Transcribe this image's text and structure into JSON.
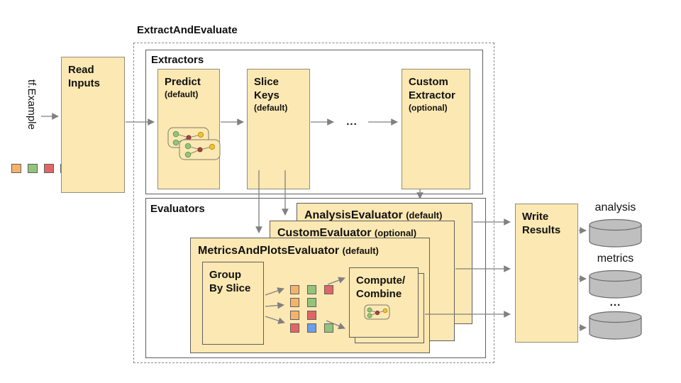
{
  "diagram_title": "ExtractAndEvaluate",
  "input": {
    "label": "tf.Example",
    "squares": [
      "#F6B26B",
      "#93C47D",
      "#E06666",
      "#6D9EEB"
    ]
  },
  "read_inputs": {
    "line1": "Read",
    "line2": "Inputs"
  },
  "extractors": {
    "label": "Extractors",
    "predict": {
      "title": "Predict",
      "qualifier": "(default)"
    },
    "slice_keys": {
      "line1": "Slice",
      "line2": "Keys",
      "qualifier": "(default)"
    },
    "ellipsis": "...",
    "custom_extractor": {
      "line1": "Custom",
      "line2": "Extractor",
      "qualifier": "(optional)"
    }
  },
  "evaluators": {
    "label": "Evaluators",
    "analysis": {
      "title": "AnalysisEvaluator",
      "qualifier": "(default)"
    },
    "custom": {
      "title": "CustomEvaluator",
      "qualifier": "(optional)"
    },
    "metrics_plots": {
      "title": "MetricsAndPlotsEvaluator",
      "qualifier": "(default)"
    },
    "group_by_slice": {
      "line1": "Group",
      "line2": "By Slice"
    },
    "slice_grid": [
      [
        "#F6B26B",
        "#93C47D",
        "#E06666"
      ],
      [
        "#F6B26B",
        "#93C47D"
      ],
      [
        "#F6B26B",
        "#E06666"
      ],
      [
        "#E06666",
        "#6D9EEB",
        "#93C47D"
      ]
    ],
    "compute_combine": {
      "line1": "Compute/",
      "line2": "Combine"
    }
  },
  "write_results": {
    "line1": "Write",
    "line2": "Results"
  },
  "outputs": {
    "analysis_label": "analysis",
    "metrics_label": "metrics",
    "more_label": "..."
  },
  "colors": {
    "box_fill": "#FCE8B2",
    "cylinder_fill": "#BFBFBF",
    "node_green": "#93C47D",
    "node_red": "#A94442",
    "node_yellow": "#F1C232",
    "arrow_gray": "#808080"
  }
}
